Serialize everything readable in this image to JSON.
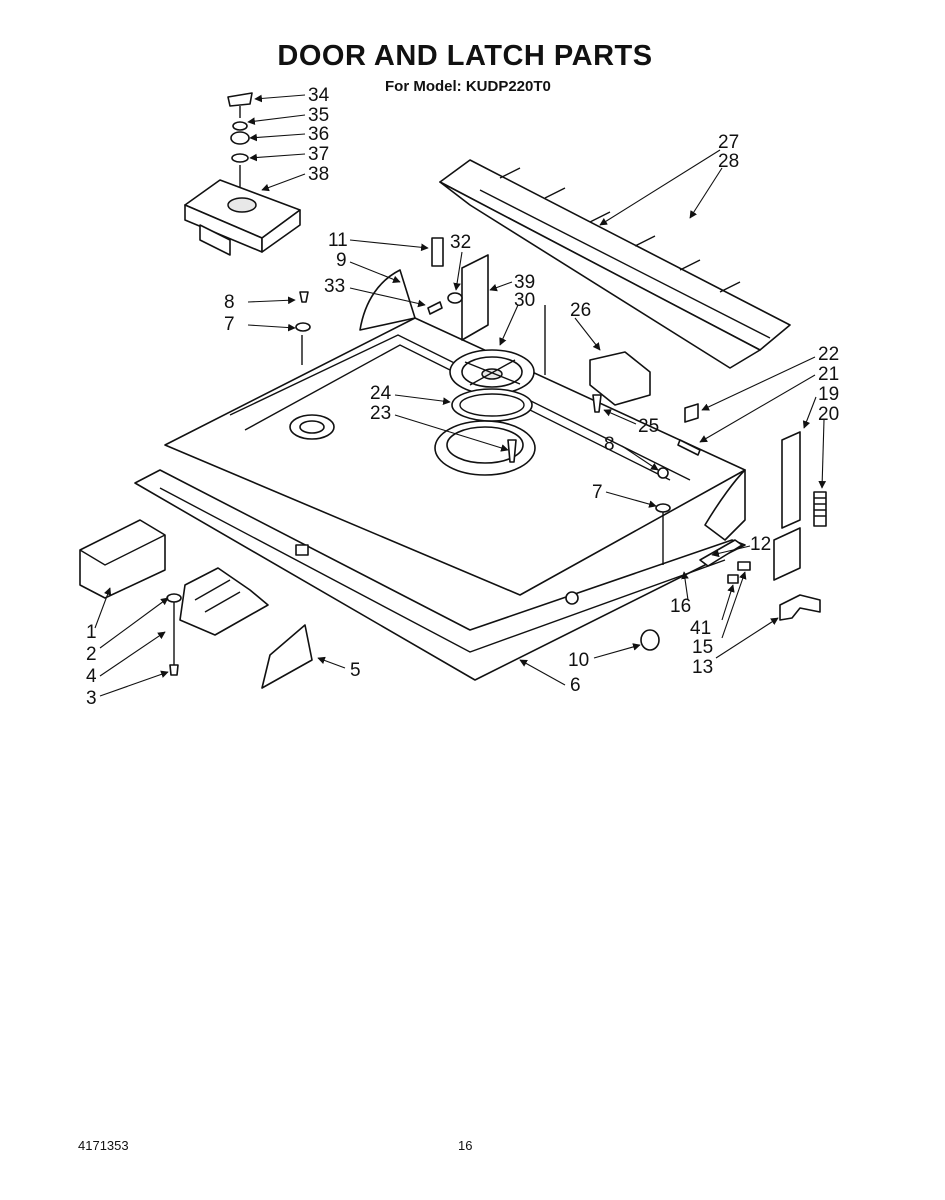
{
  "header": {
    "title": "DOOR AND LATCH PARTS",
    "subtitle": "For Model: KUDP220T0"
  },
  "footer": {
    "doc_number": "4171353",
    "page_number": "16"
  },
  "callouts": [
    "1",
    "2",
    "3",
    "4",
    "5",
    "6",
    "7",
    "8",
    "9",
    "10",
    "11",
    "12",
    "13",
    "15",
    "16",
    "19",
    "20",
    "21",
    "22",
    "23",
    "24",
    "25",
    "26",
    "27",
    "28",
    "30",
    "32",
    "33",
    "34",
    "35",
    "36",
    "37",
    "38",
    "39",
    "41"
  ]
}
